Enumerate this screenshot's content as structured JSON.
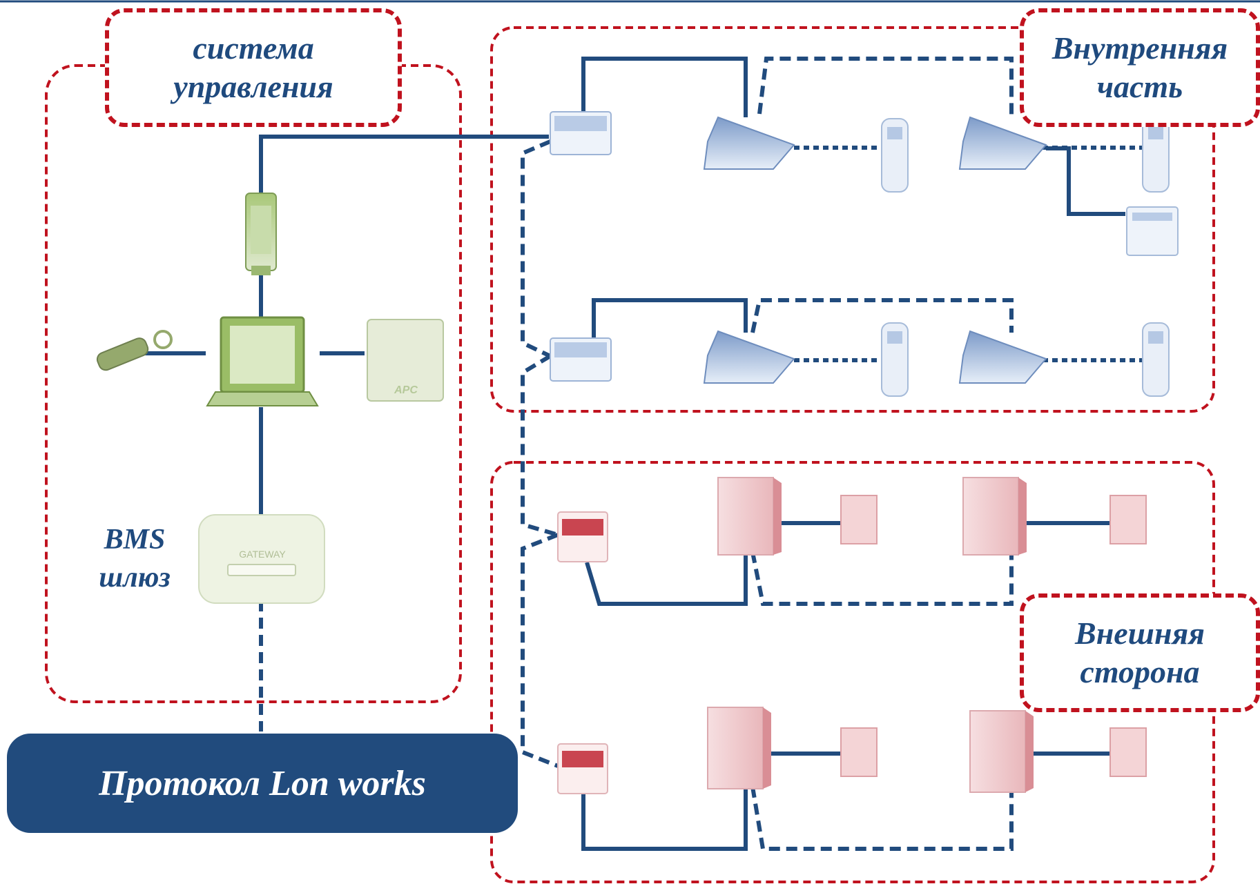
{
  "labels": {
    "control_system": "система управления",
    "indoor_part": "Внутренняя часть",
    "outdoor_side": "Внешняя сторона",
    "bms_gateway": "BMS шлюз",
    "protocol": "Протокол Lon works"
  },
  "device_text": {
    "gateway": "GATEWAY",
    "ups_brand": "APC"
  },
  "colors": {
    "blue_line": "#214b7d",
    "red_dash": "#c0121e",
    "indoor_tint": "#6f8fbf",
    "outdoor_tint": "#d9888f",
    "control_tint": "#8aae5a"
  }
}
